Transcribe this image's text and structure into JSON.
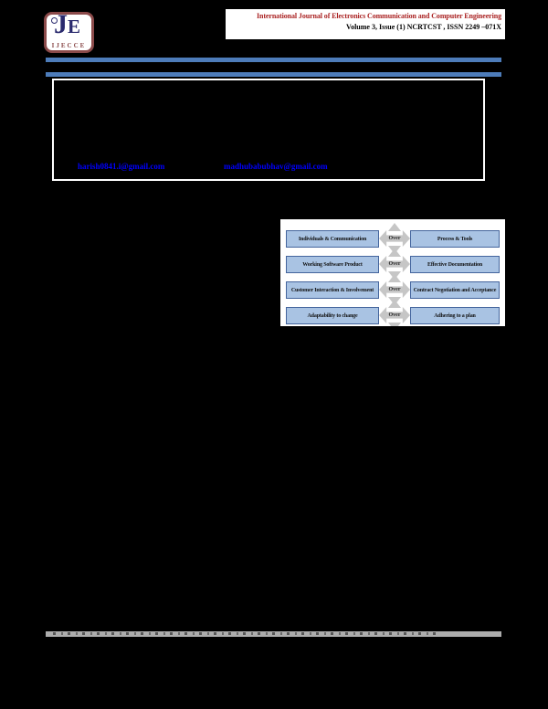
{
  "header": {
    "logo": {
      "acronym": "IJECCE",
      "monogram_j": "J",
      "monogram_e": "E"
    },
    "journal_title": "International Journal of Electronics Communication and Computer Engineering",
    "issue_line": "Volume 3, Issue (1) NCRTCST , ISSN 2249 –071X"
  },
  "abstract_panel": {
    "emails": [
      "harish0841.i@gmail.com",
      "madhubabubhav@gmail.com"
    ]
  },
  "figure": {
    "over_label": "Over",
    "rows": [
      {
        "left": "Individuals & Communication",
        "right": "Process & Tools"
      },
      {
        "left": "Working Software Product",
        "right": "Effective Documentation"
      },
      {
        "left": "Customer Interaction & Involvement",
        "right": "Contract Negotiation and Acceptance"
      },
      {
        "left": "Adaptability to change",
        "right": "Adhering to a plan"
      }
    ]
  },
  "colors": {
    "accent_bar": "#4d7cba",
    "title_red": "#aa2222",
    "email_blue": "#0000ff",
    "figure_box_fill": "#a9c3e3",
    "figure_box_border": "#44659d",
    "figure_arrow_gray": "#c6c6c6",
    "footer_gray": "#acacac"
  }
}
